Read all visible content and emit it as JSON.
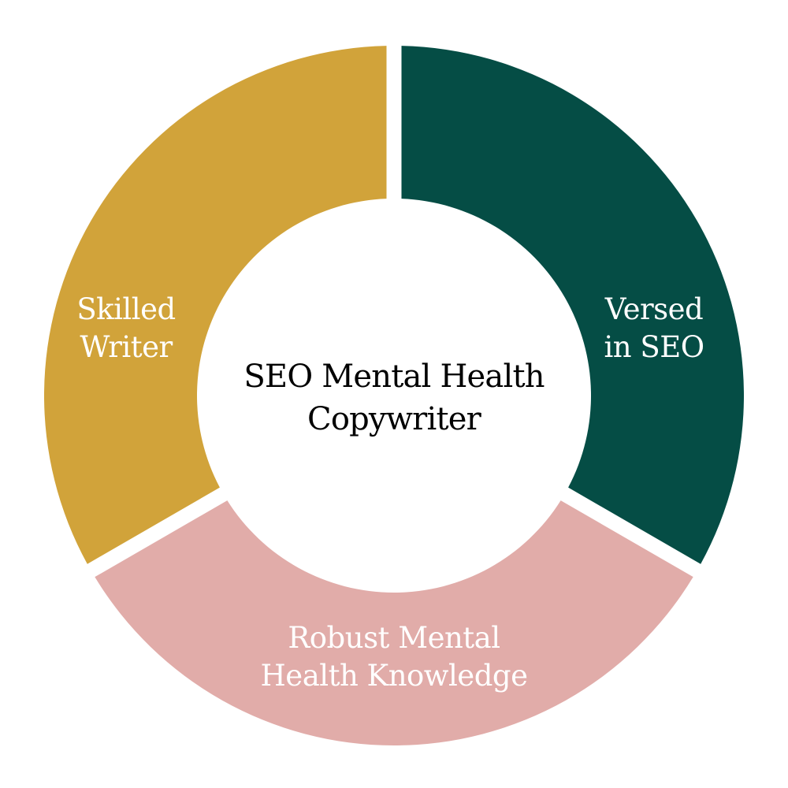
{
  "center": {
    "line1": "SEO Mental Health",
    "line2": "Copywriter"
  },
  "segments": [
    {
      "id": "versed",
      "line1": "Versed",
      "line2": "in SEO",
      "color": "#054d45",
      "share": 0.333
    },
    {
      "id": "robust",
      "line1": "Robust Mental",
      "line2": "Health Knowledge",
      "color": "#e1aca9",
      "share": 0.333
    },
    {
      "id": "skilled",
      "line1": "Skilled",
      "line2": "Writer",
      "color": "#d1a33a",
      "share": 0.333
    }
  ]
}
